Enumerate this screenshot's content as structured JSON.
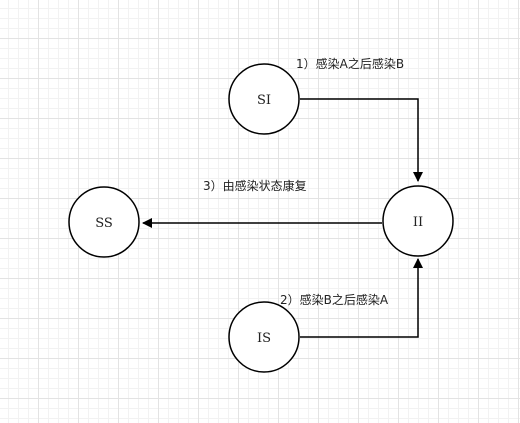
{
  "nodes": {
    "si": {
      "label": "SI"
    },
    "ii": {
      "label": "II"
    },
    "is": {
      "label": "IS"
    },
    "ss": {
      "label": "SS"
    }
  },
  "edges": {
    "si_to_ii": {
      "label": "1）感染A之后感染B"
    },
    "is_to_ii": {
      "label": "2）感染B之后感染A"
    },
    "ii_to_ss": {
      "label": "3）由感染状态康复"
    }
  },
  "colors": {
    "stroke": "#000000",
    "node_fill": "#ffffff",
    "text": "#222222"
  }
}
